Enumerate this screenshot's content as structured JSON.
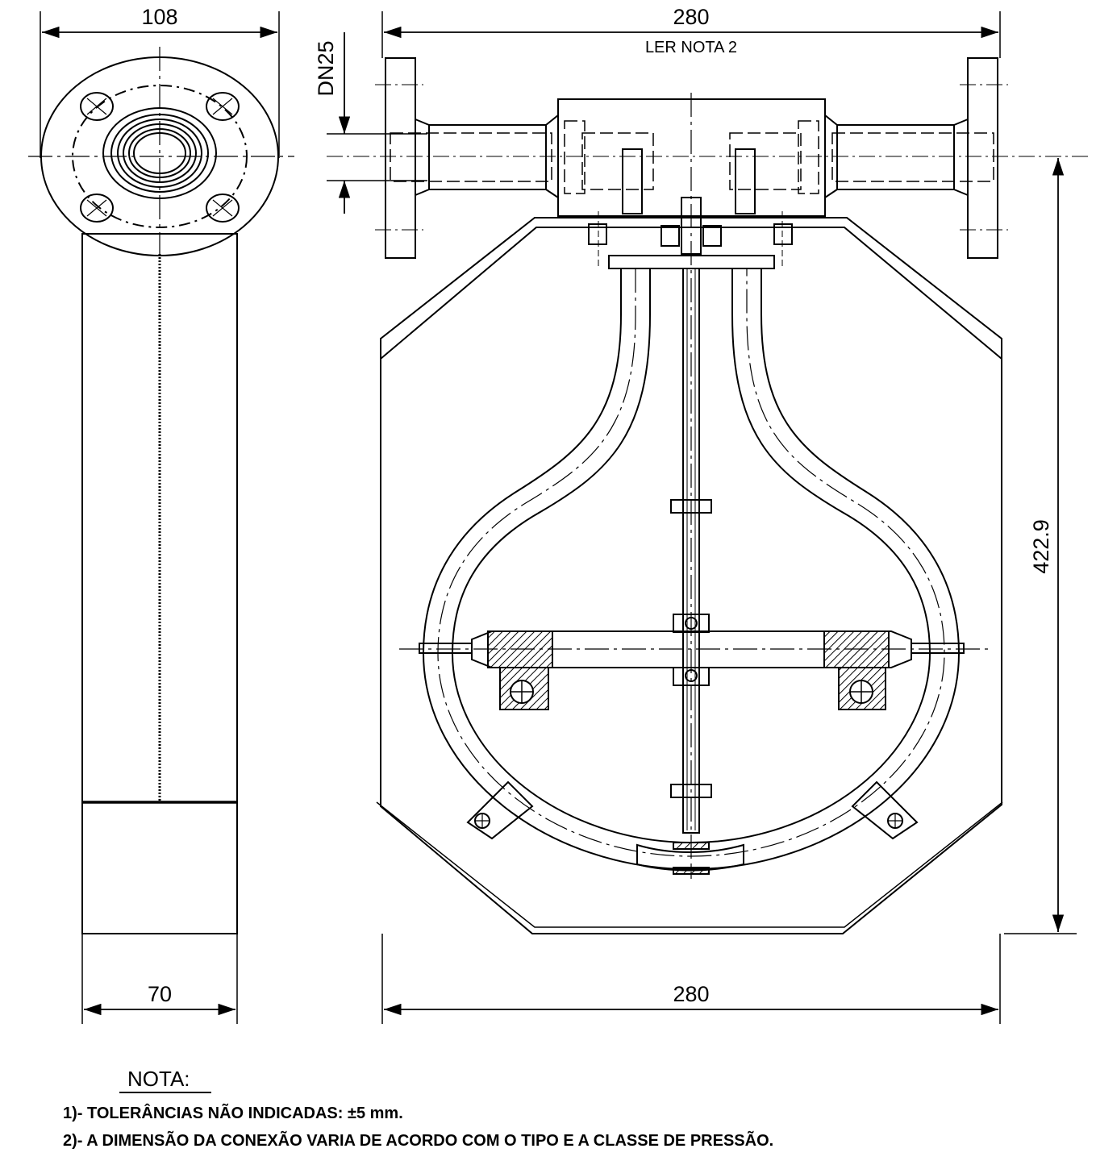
{
  "dimensions": {
    "side_flange_width": "108",
    "top_length": "280",
    "top_note": "LER NOTA 2",
    "nominal_diameter": "DN25",
    "height": "422.9",
    "side_body_width": "70",
    "bottom_length": "280"
  },
  "notes": {
    "title": "NOTA:",
    "items": [
      "1)- TOLERÂNCIAS NÃO INDICADAS: ±5 mm.",
      "2)- A DIMENSÃO DA CONEXÃO VARIA DE ACORDO COM O TIPO E A CLASSE DE PRESSÃO."
    ]
  }
}
